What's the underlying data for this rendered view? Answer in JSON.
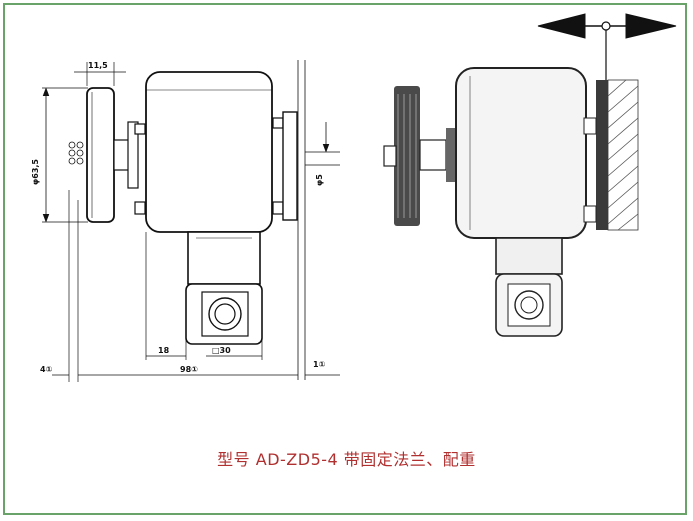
{
  "caption": "型号 AD-ZD5-4  带固定法兰、配重",
  "dimensions": {
    "width_top": "11,5",
    "diameter_left": "φ63,5",
    "diameter_shaft": "φ5",
    "offset_18": "18",
    "square_30": "□30",
    "overall_98": "98①",
    "left_gap": "4①",
    "right_gap": "1①"
  }
}
